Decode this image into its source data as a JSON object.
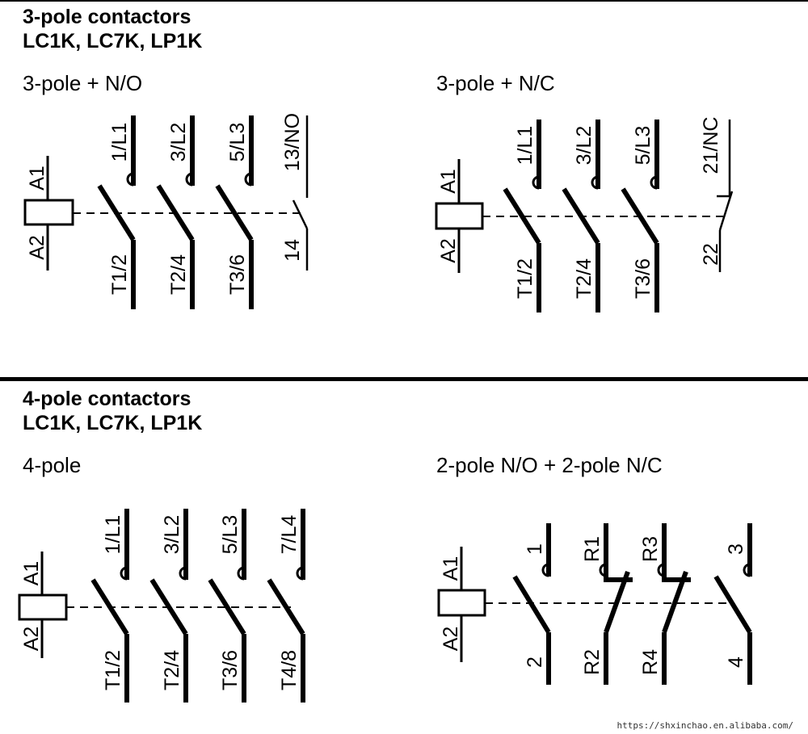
{
  "sections": [
    {
      "title_line1": "3-pole contactors",
      "title_line2": "LC1K, LC7K, LP1K",
      "diagrams": [
        {
          "caption": "3-pole + N/O",
          "coil": [
            "A1",
            "A2"
          ],
          "poles": [
            [
              "1/L1",
              "T1/2"
            ],
            [
              "3/L2",
              "T2/4"
            ],
            [
              "5/L3",
              "T3/6"
            ],
            [
              "13/NO",
              "14"
            ]
          ]
        },
        {
          "caption": "3-pole + N/C",
          "coil": [
            "A1",
            "A2"
          ],
          "poles": [
            [
              "1/L1",
              "T1/2"
            ],
            [
              "3/L2",
              "T2/4"
            ],
            [
              "5/L3",
              "T3/6"
            ],
            [
              "21/NC",
              "22"
            ]
          ]
        }
      ]
    },
    {
      "title_line1": "4-pole contactors",
      "title_line2": "LC1K, LC7K, LP1K",
      "diagrams": [
        {
          "caption": "4-pole",
          "coil": [
            "A1",
            "A2"
          ],
          "poles": [
            [
              "1/L1",
              "T1/2"
            ],
            [
              "3/L2",
              "T2/4"
            ],
            [
              "5/L3",
              "T3/6"
            ],
            [
              "7/L4",
              "T4/8"
            ]
          ]
        },
        {
          "caption": "2-pole N/O + 2-pole N/C",
          "coil": [
            "A1",
            "A2"
          ],
          "poles": [
            [
              "1",
              "2"
            ],
            [
              "R1",
              "R2"
            ],
            [
              "R3",
              "R4"
            ],
            [
              "3",
              "4"
            ]
          ]
        }
      ]
    }
  ],
  "watermark": "https://shxinchao.en.alibaba.com/"
}
